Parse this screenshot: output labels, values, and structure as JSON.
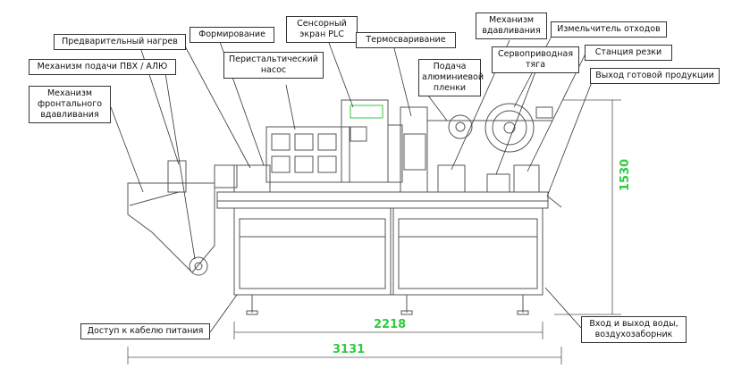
{
  "labels": {
    "preheat": "Предварительный нагрев",
    "forming": "Формирование",
    "plc": "Сенсорный\nэкран PLC",
    "heat_seal": "Термосваривание",
    "punch": "Механизм\nвдавливания",
    "waste": "Измельчитель отходов",
    "pvc_feed": "Механизм подачи ПВХ / АЛЮ",
    "pump": "Перистальтический\nнасос",
    "foil_feed": "Подача\nалюминиевой\nпленки",
    "servo": "Сервоприводная\nтяга",
    "cutting": "Станция резки",
    "output": "Выход готовой продукции",
    "front_punch": "Механизм\nфронтального\nвдавливания",
    "power": "Доступ к кабелю питания",
    "water": "Вход и выход воды,\nвоздухозаборник"
  },
  "dimensions": {
    "height": "1530",
    "inner_width": "2218",
    "total_width": "3131"
  },
  "colors": {
    "dimension": "#2ecc40",
    "machine_line": "#555555",
    "leader": "#333333"
  }
}
